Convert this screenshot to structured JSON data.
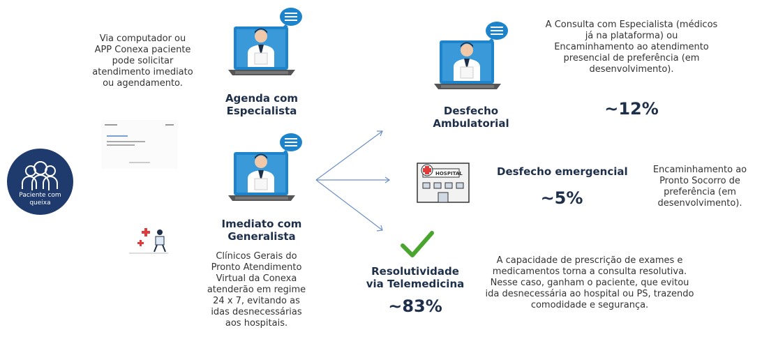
{
  "patient": {
    "label": "Paciente com queixa"
  },
  "intro": {
    "text": "Via computador ou\nAPP Conexa paciente\npode solicitar\natendimento imediato\nou agendamento."
  },
  "agenda": {
    "title": "Agenda com\nEspecialista"
  },
  "imediato": {
    "title": "Imediato com\nGeneralista",
    "desc": "Clínicos Gerais do\nPronto Atendimento\nVirtual da Conexa\natenderão em regime\n24 x 7, evitando as\nidas desnecessárias\naos hospitais."
  },
  "ambulatorial": {
    "title": "Desfecho\nAmbulatorial",
    "desc": "A Consulta com Especialista (médicos\njá na plataforma) ou\nEncaminhamento ao atendimento\npresencial de preferência (em\ndesenvolvimento).",
    "pct": "~12%"
  },
  "emergencial": {
    "title": "Desfecho emergencial",
    "desc": "Encaminhamento ao\nPronto Socorro de\npreferência (em\ndesenvolvimento).",
    "pct": "~5%",
    "hospital_sign": "HOSPITAL"
  },
  "resolutividade": {
    "title": "Resolutividade\nvia Telemedicina",
    "desc": "A capacidade de prescrição de exames e\nmedicamentos torna a consulta resolutiva.\nNesse caso, ganham o paciente, que evitou\nida desnecessária ao hospital ou PS, trazendo\ncomodidade e segurança.",
    "pct": "~83%"
  },
  "colors": {
    "navy": "#1f3b6e",
    "blue": "#1d84cc",
    "green": "#4aa52e"
  }
}
